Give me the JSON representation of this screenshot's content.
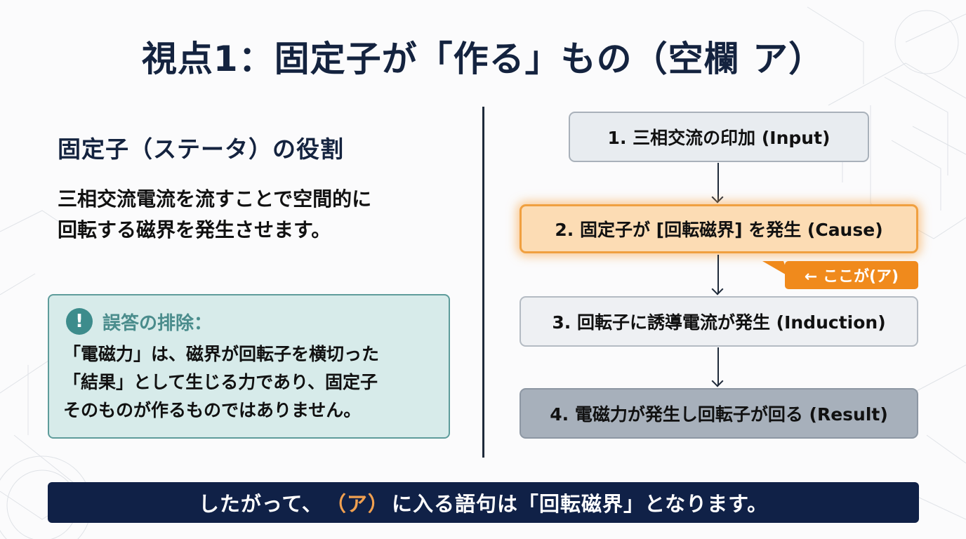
{
  "slide": {
    "title": "視点1：固定子が「作る」もの（空欄 ア）"
  },
  "left_panel": {
    "heading": "固定子（ステータ）の役割",
    "description_lines": [
      "三相交流電流を流すことで空間的に",
      "回転する磁界を発生させます。"
    ],
    "callout": {
      "icon": "exclamation-icon",
      "title": "誤答の排除：",
      "body_lines": [
        "「電磁力」は、磁界が回転子を横切った",
        "「結果」として生じる力であり、固定子",
        "そのものが作るものではありません。"
      ]
    }
  },
  "flowchart": {
    "steps": [
      {
        "label": "1. 三相交流の印加 (Input)"
      },
      {
        "label": "2. 固定子が [回転磁界] を発生 (Cause)",
        "highlighted": true
      },
      {
        "label": "3. 回転子に誘導電流が発生 (Induction)"
      },
      {
        "label": "4. 電磁力が発生し回転子が回る (Result)"
      }
    ],
    "pointer_tag": "← ここが(ア)"
  },
  "conclusion": {
    "prefix": "したがって、",
    "accent": "（ア）",
    "suffix": "に入る語句は「回転磁界」となります。"
  },
  "colors": {
    "title": "#14233f",
    "highlight_fill": "#fcdcb4",
    "highlight_border": "#f0a040",
    "tag": "#f08a1c",
    "callout_fill": "#d7ebea",
    "callout_border": "#5e9c9b",
    "banner": "#102147",
    "banner_accent": "#f0a050"
  }
}
